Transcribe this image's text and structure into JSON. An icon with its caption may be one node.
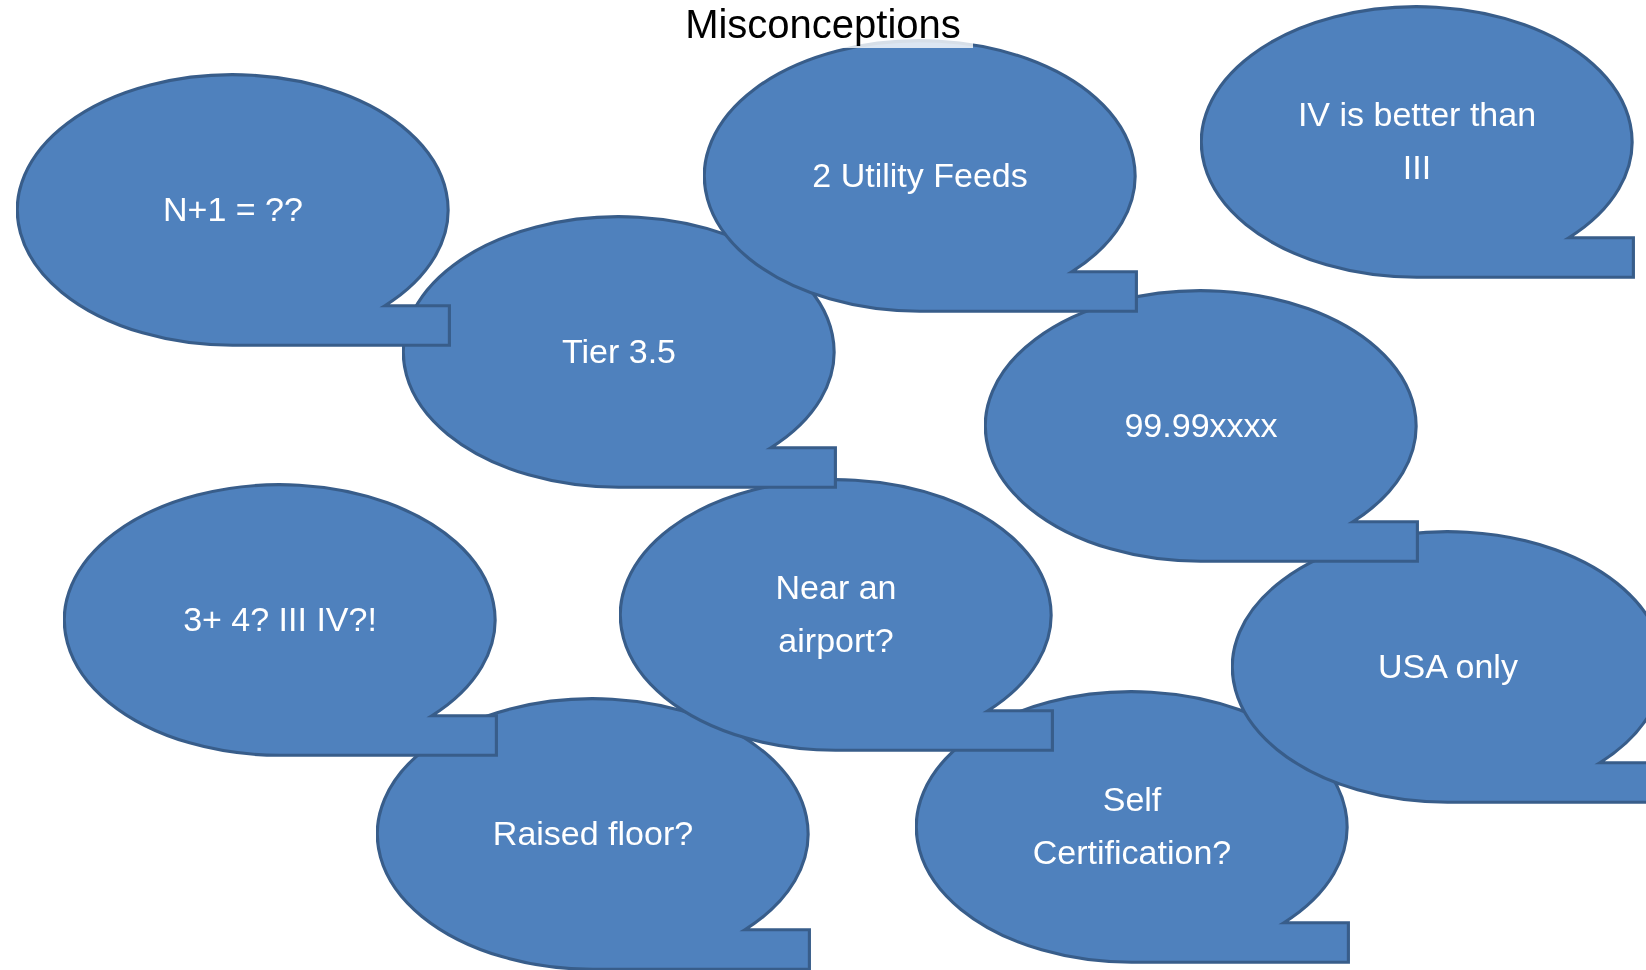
{
  "diagram": {
    "title": "Misconceptions",
    "nodes": [
      {
        "text": [
          "N+1 = ??"
        ]
      },
      {
        "text": [
          "2 Utility Feeds"
        ]
      },
      {
        "text": [
          "IV is better than III"
        ]
      },
      {
        "text": [
          "Tier 3.5"
        ]
      },
      {
        "text": [
          "99.99xxxx"
        ]
      },
      {
        "text": [
          "3+ 4? III IV?!"
        ]
      },
      {
        "text": [
          "Near an airport?"
        ]
      },
      {
        "text": [
          "USA only"
        ]
      },
      {
        "text": [
          "Raised floor?"
        ]
      },
      {
        "text": [
          "Self Certification?"
        ]
      }
    ]
  }
}
